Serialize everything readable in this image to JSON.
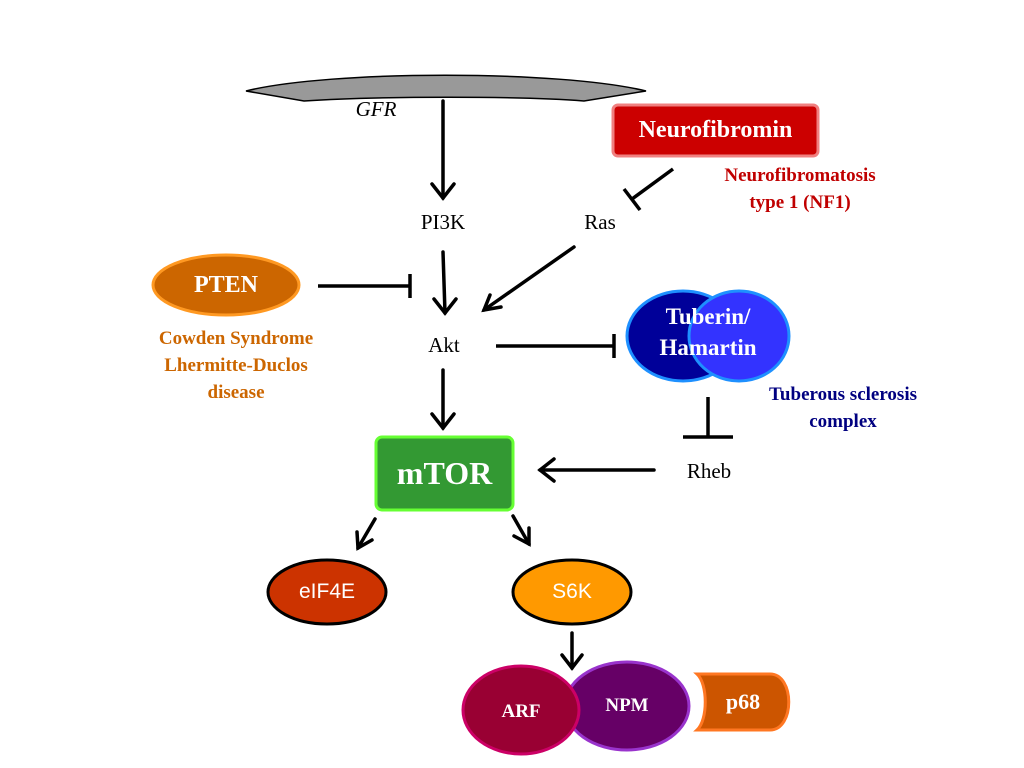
{
  "receptor": {
    "label": "GFR"
  },
  "nodes": {
    "neurofibromin": "Neurofibromin",
    "pi3k": "PI3K",
    "ras": "Ras",
    "pten": "PTEN",
    "akt": "Akt",
    "tuberin_line1": "Tuberin/",
    "tuberin_line2": "Hamartin",
    "mtor": "mTOR",
    "rheb": "Rheb",
    "eif4e": "eIF4E",
    "s6k": "S6K",
    "arf": "ARF",
    "npm": "NPM",
    "p68": "p68"
  },
  "diseases": {
    "nf1": [
      "Neurofibromatosis",
      "type 1 (NF1)"
    ],
    "pten": [
      "Cowden Syndrome",
      "Lhermitte-Duclos",
      "disease"
    ],
    "tsc": [
      "Tuberous sclerosis",
      "complex"
    ]
  },
  "colors": {
    "neurofibromin_fill": "#cc0000",
    "neurofibromin_border": "#f08080",
    "nf1_text": "#c00000",
    "pten_fill": "#cc6600",
    "pten_border": "#ff9922",
    "pten_text": "#cc6600",
    "tuberin_fill": "#000099",
    "hamartin_fill": "#3333ff",
    "tuberin_border": "#1e90ff",
    "tsc_text": "#000080",
    "mtor_fill": "#339933",
    "mtor_border": "#66ff33",
    "eif4e_fill": "#cc3300",
    "s6k_fill": "#ff9900",
    "arf_fill": "#990033",
    "arf_border": "#cc0066",
    "npm_fill": "#660066",
    "npm_border": "#9933cc",
    "p68_fill": "#cc5500",
    "p68_border": "#ff7722",
    "receptor_fill": "#999999"
  }
}
